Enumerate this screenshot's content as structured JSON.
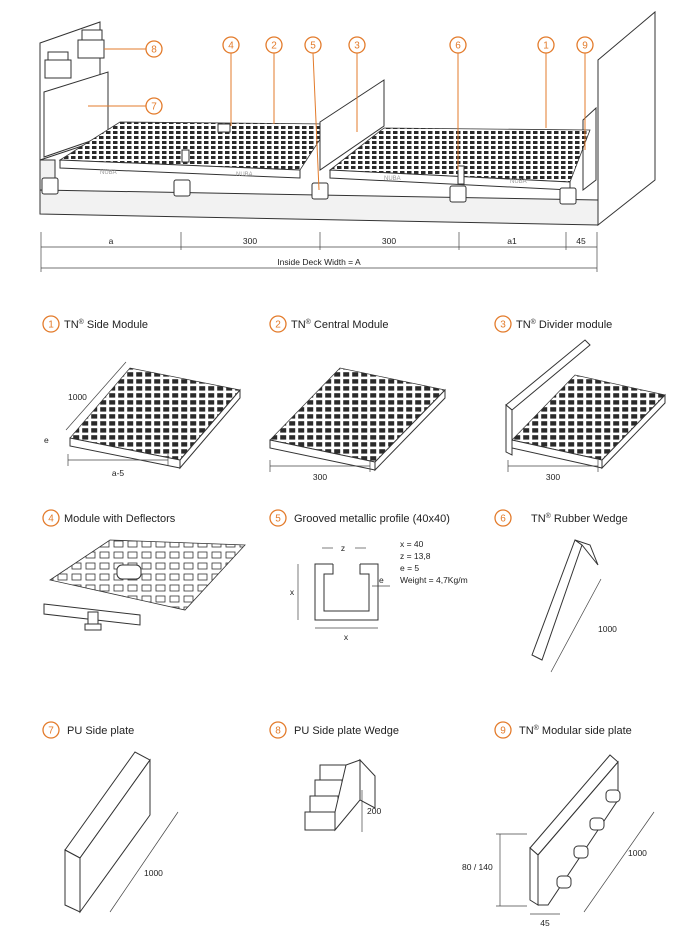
{
  "overview": {
    "callouts": [
      "1",
      "2",
      "3",
      "4",
      "5",
      "6",
      "7",
      "8",
      "9"
    ],
    "dimensions": {
      "a": "a",
      "c300_1": "300",
      "c300_2": "300",
      "a1": "a1",
      "w45": "45",
      "inside": "Inside Deck Width = A"
    },
    "watermarks": [
      "NUBA",
      "NUBA",
      "NUBA",
      "NUBA"
    ]
  },
  "items": [
    {
      "num": "1",
      "label": "TN",
      "sup": "®",
      "rest": " Side Module",
      "dims": {
        "length": "1000",
        "height": "e",
        "width": "a-5"
      }
    },
    {
      "num": "2",
      "label": "TN",
      "sup": "®",
      "rest": " Central Module",
      "dims": {
        "width": "300"
      }
    },
    {
      "num": "3",
      "label": "TN",
      "sup": "®",
      "rest": " Divider module",
      "dims": {
        "width": "300"
      }
    },
    {
      "num": "4",
      "label": "Module with Deflectors",
      "sup": "",
      "rest": ""
    },
    {
      "num": "5",
      "label": "Grooved metallic profile (40x40)",
      "sup": "",
      "rest": "",
      "dims": {
        "z": "z",
        "x_side": "x",
        "x_bottom": "x",
        "e": "e"
      },
      "specs": [
        "x = 40",
        "z = 13,8",
        "e = 5",
        "Weight = 4,7Kg/m"
      ]
    },
    {
      "num": "6",
      "label": "TN",
      "sup": "®",
      "rest": " Rubber Wedge",
      "dims": {
        "length": "1000"
      }
    },
    {
      "num": "7",
      "label": "PU Side plate",
      "sup": "",
      "rest": "",
      "dims": {
        "length": "1000"
      }
    },
    {
      "num": "8",
      "label": "PU Side plate Wedge",
      "sup": "",
      "rest": "",
      "dims": {
        "height": "200"
      }
    },
    {
      "num": "9",
      "label": "TN",
      "sup": "®",
      "rest": " Modular side plate",
      "dims": {
        "length": "1000",
        "height": "80 / 140",
        "width": "45"
      }
    }
  ],
  "colors": {
    "accent": "#e37b2b",
    "line": "#333333"
  }
}
